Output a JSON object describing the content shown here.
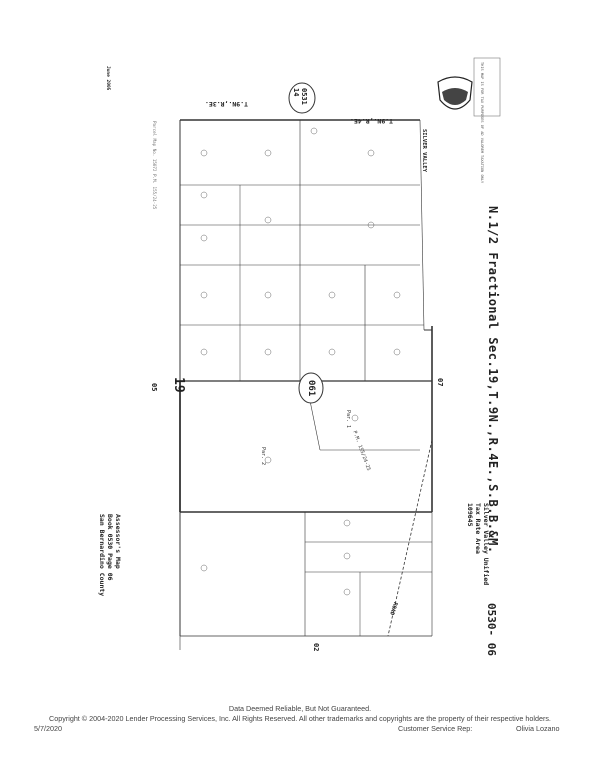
{
  "map": {
    "title": "N.1/2 Fractional Sec.19,T.9N.,R.4E.,S.B.B.&M.",
    "school": "Silver Valley Unified",
    "tax_rate_area": "Tax Rate Area",
    "tra_number": "109645",
    "book_page": "0530- 06",
    "assessor_title": "Assessor's Map",
    "assessor_book": "Book 0530 Page 06",
    "county": "San Bernardino County",
    "date": "June 2005",
    "parcel_map_note": "Parcel Map No. 15072 P.M. 155/24-25",
    "township_left": "T.9N.,R.3E.",
    "township_right": "T.9N.,R.4E.",
    "section_number": "19",
    "section_top": "0531 14",
    "section_center": "061",
    "map_05": "05",
    "map_07": "07",
    "map_02": "02",
    "road_name": "SILVER VALLEY",
    "road_label": "ROAD",
    "parcel_map_ref": "P.M. 155/24-25",
    "par1": "Par. 1",
    "par2": "Par. 2",
    "disclaimer_stamp": "THIS MAP IS FOR TAX PURPOSES OF AD VALOREM TAXATION ONLY"
  },
  "footer": {
    "line1": "Data Deemed Reliable, But Not Guaranteed.",
    "line2": "Copyright © 2004-2020 Lender Processing Services, Inc. All Rights Reserved. All other trademarks and copyrights are the property of their respective holders.",
    "date": "5/7/2020",
    "rep_label": "Customer Service Rep:",
    "rep_name": "Olivia Lozano"
  }
}
